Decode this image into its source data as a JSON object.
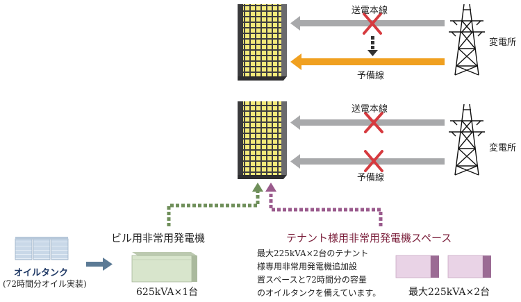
{
  "scenario_top": {
    "line_main": "送電本線",
    "line_backup": "予備線",
    "substation": "変電所"
  },
  "scenario_bottom": {
    "line_main": "送電本線",
    "line_backup": "予備線",
    "substation": "変電所"
  },
  "building_generator": {
    "title": "ビル用非常用発電機",
    "spec": "625kVA×1台"
  },
  "tenant_generator": {
    "title": "テナント様用非常用発電機スペース",
    "description_lines": [
      "最大225kVA×2台のテナント",
      "様専用非常用発電機追加設",
      "置スペースと72時間分の容量",
      "のオイルタンクを備えています。"
    ],
    "spec": "最大225kVA×2台"
  },
  "oil_tank": {
    "title": "オイルタンク",
    "subtitle": "(72時間分オイル実装)"
  },
  "colors": {
    "grid_line": "#a8a9ab",
    "backup_line": "#f0a020",
    "cross": "#d63a3f",
    "building_window": "#f3ea7a",
    "building_frame": "#4d4d4f",
    "green_dotted": "#6f8f5a",
    "purple_dotted": "#9a5a8c",
    "arrow_blue": "#5b7a95",
    "tank_blue": "#c9d8e8",
    "generator_green": "#d8e5cc",
    "generator_pink": "#e9d3e6",
    "generator_purple": "#9b6b94"
  }
}
